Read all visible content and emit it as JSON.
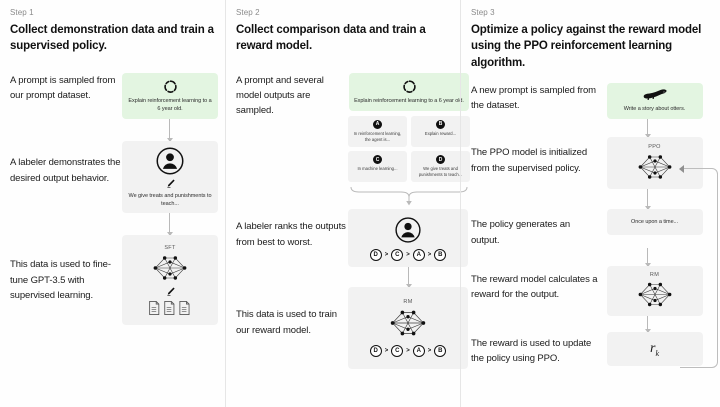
{
  "colors": {
    "prompt_green": "#e3f5e1",
    "box_gray": "#f2f2f2",
    "text": "#1b1b1b",
    "muted": "#8a8a8a",
    "arrow": "#b9b9b9"
  },
  "steps": [
    {
      "label": "Step 1",
      "title": "Collect demonstration data and train a supervised policy.",
      "captions": [
        "A prompt is sampled from our prompt dataset.",
        "A labeler demonstrates the desired output behavior.",
        "This data is used to fine-tune GPT-3.5 with supervised learning."
      ],
      "prompt_text": "Explain reinforcement learning to a 6 year old.",
      "labeler_text": "We give treats and punishments to teach...",
      "model_tag": "SFT"
    },
    {
      "label": "Step 2",
      "title": "Collect comparison data and train a reward model.",
      "captions": [
        "A prompt and several model outputs are sampled.",
        "A labeler ranks the outputs from best to worst.",
        "This data is used to train our reward model."
      ],
      "prompt_text": "Explain reinforcement learning to a 6 year old.",
      "outputs": [
        {
          "letter": "A",
          "text": "In reinforcement learning, the agent is..."
        },
        {
          "letter": "B",
          "text": "Explain reward..."
        },
        {
          "letter": "C",
          "text": "In machine learning..."
        },
        {
          "letter": "D",
          "text": "We give treats and punishments to teach..."
        }
      ],
      "ranking": [
        "D",
        "C",
        "A",
        "B"
      ],
      "ranking_separator": ">",
      "model_tag": "RM"
    },
    {
      "label": "Step 3",
      "title": "Optimize a policy against the reward model using the PPO reinforcement learning algorithm.",
      "captions": [
        "A new prompt is sampled from the dataset.",
        "The PPO model is initialized from the supervised policy.",
        "The policy generates an output.",
        "The reward model calculates a reward for the output.",
        "The reward is used to update the policy using PPO."
      ],
      "prompt_text": "Write a story about otters.",
      "ppo_tag": "PPO",
      "generated_text": "Once upon a time...",
      "rm_tag": "RM",
      "reward_symbol": "r",
      "reward_subscript": "k"
    }
  ]
}
